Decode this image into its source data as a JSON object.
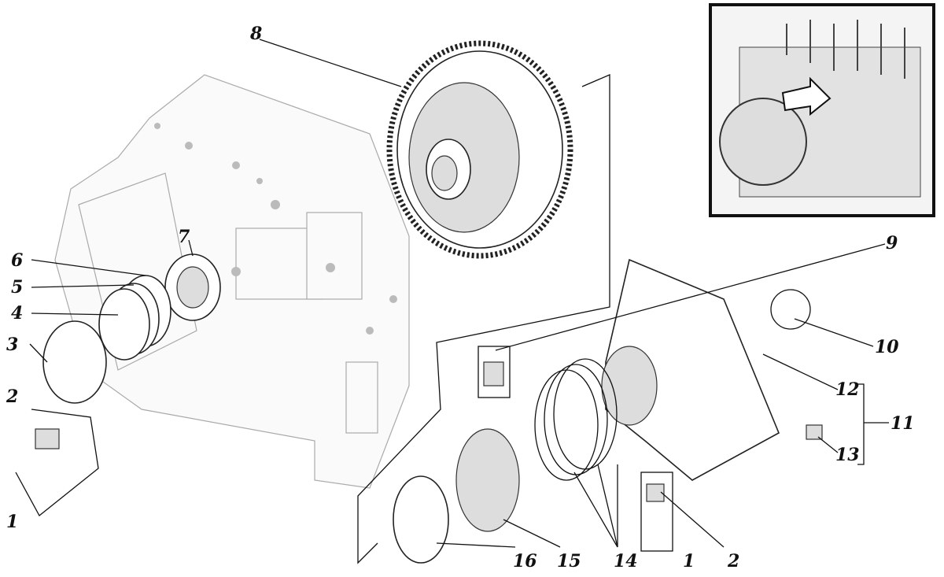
{
  "title": "Exploded view of transmission housing components",
  "labels": {
    "p1_left": "1",
    "p2_left": "2",
    "p3": "3",
    "p4": "4",
    "p5": "5",
    "p6": "6",
    "p7": "7",
    "p8": "8",
    "p9": "9",
    "p10": "10",
    "p11": "11",
    "p12": "12",
    "p13": "13",
    "p14": "14",
    "p15": "15",
    "p16": "16",
    "p1_right": "1",
    "p2_right": "2"
  },
  "inset": {
    "description_visible": false
  }
}
